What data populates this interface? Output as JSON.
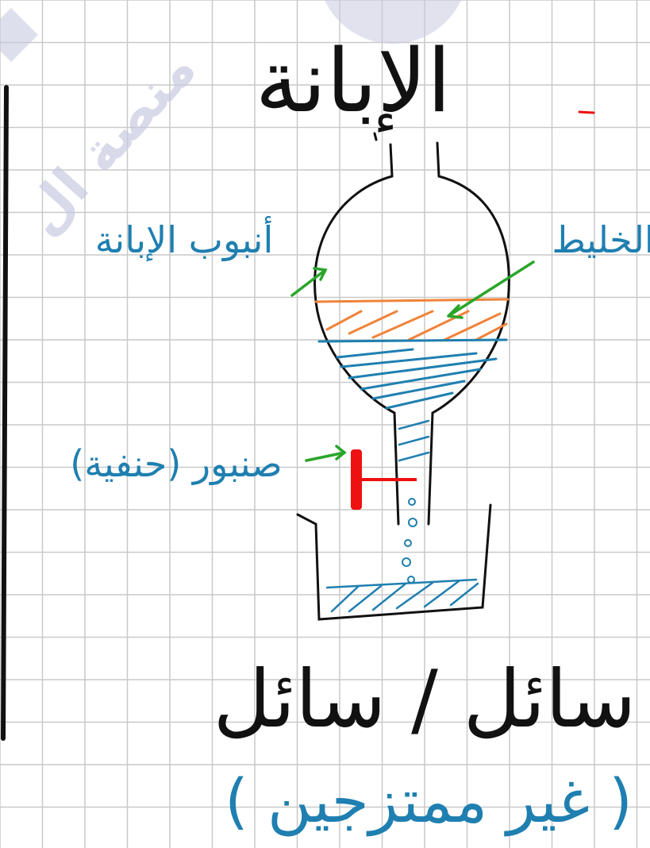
{
  "watermark": {
    "text": "منصة ال"
  },
  "title": {
    "text": "الإبانة"
  },
  "labels": {
    "separating_funnel": "أنبوب الإبانة",
    "mixture": "الخليط",
    "stopcock": "صنبور (حنفية)",
    "method": "سائل / سائل",
    "method_note": "( غير ممتزجين )"
  },
  "colors": {
    "ink": "#111111",
    "blue": "#1f7fb0",
    "orange": "#f0833a",
    "green": "#2aa52a",
    "red": "#ee1111",
    "grid": "#c9c9c9",
    "watermark": "#c8cae0"
  }
}
